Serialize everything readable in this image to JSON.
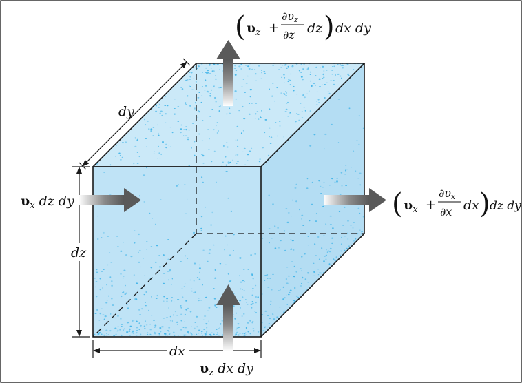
{
  "figure": {
    "colors": {
      "front_face": "#bfe3f6",
      "side_face": "#b4ddf3",
      "top_face": "#cbe9f8",
      "speckle": "#3eb3e8",
      "arrow": "#5a5a5a"
    },
    "dimensions": {
      "depth": "dy",
      "height": "dz",
      "width": "dx"
    },
    "flux_in_x": {
      "v": "υ",
      "sub": "x",
      "rest": " dz dy"
    },
    "flux_in_z": {
      "v": "υ",
      "sub": "z",
      "rest": " dx dy"
    },
    "flux_out_z": {
      "open": "(",
      "v": "υ",
      "sub": "z",
      "plus": "+",
      "num_d": "∂υ",
      "num_sub": "z",
      "den": "∂z",
      "diff": "dz",
      "close": ")",
      "tail": "dx dy"
    },
    "flux_out_x": {
      "open": "(",
      "v": "υ",
      "sub": "x",
      "plus": "+",
      "num_d": "∂υ",
      "num_sub": "x",
      "den": "∂x",
      "diff": "dx",
      "close": ")",
      "tail": "dz dy"
    }
  }
}
